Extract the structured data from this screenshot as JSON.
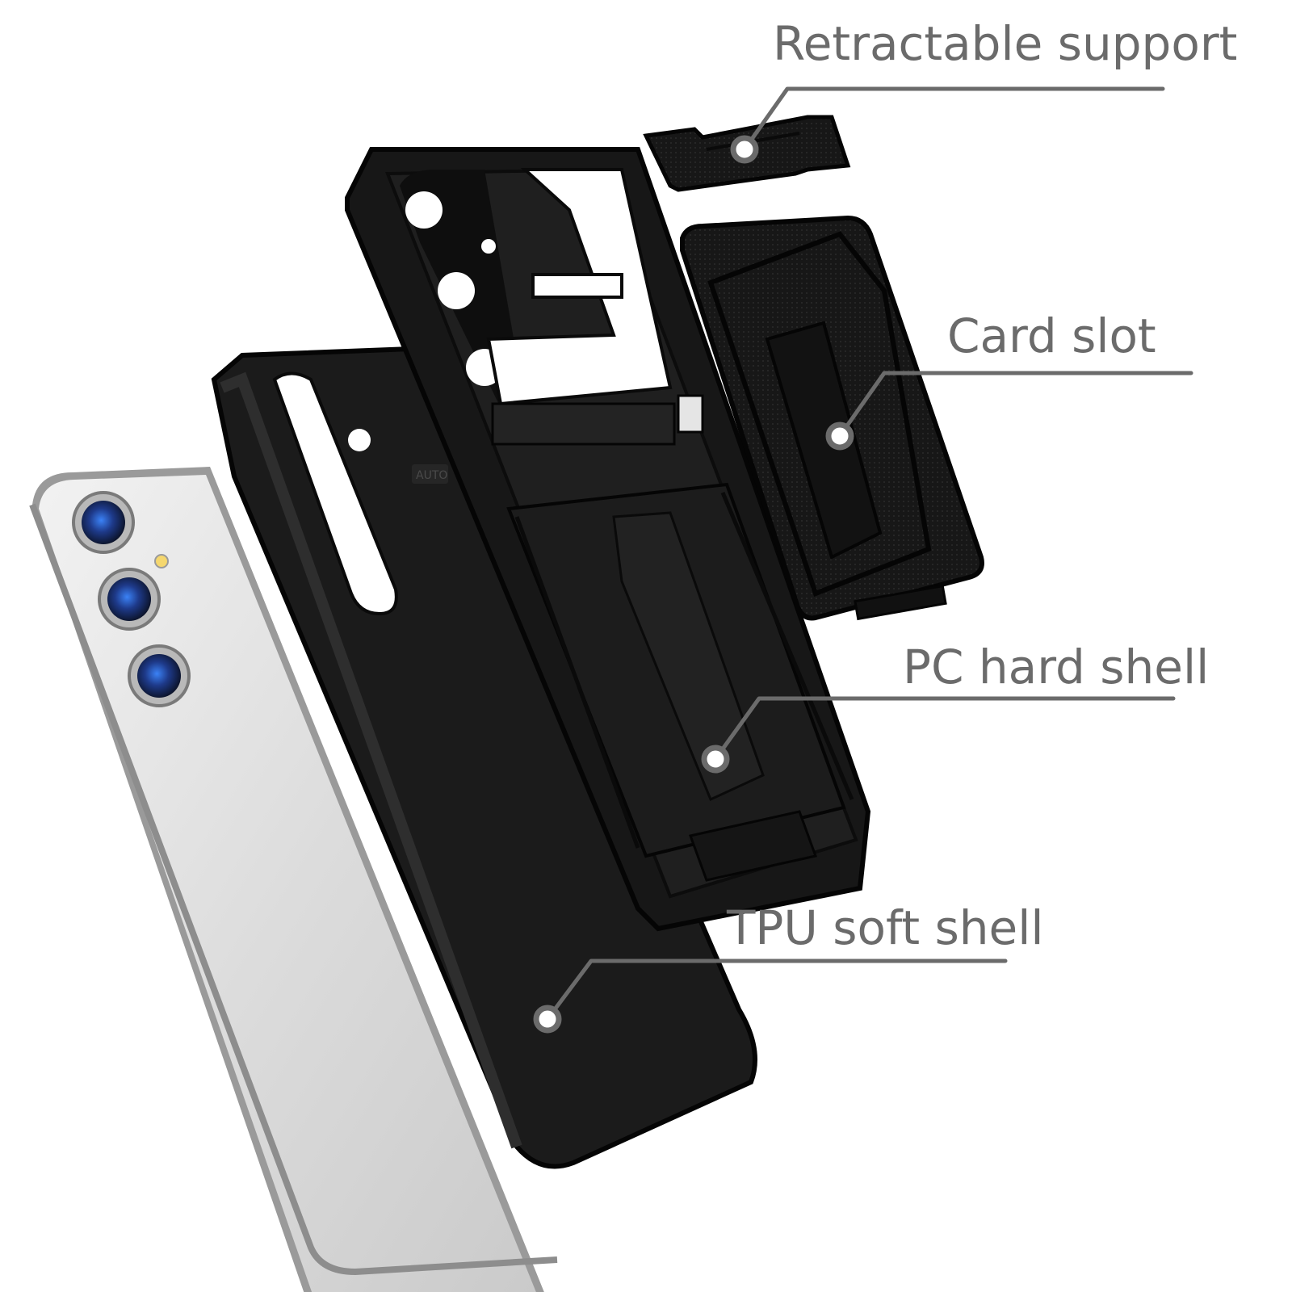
{
  "colors": {
    "background": "#ffffff",
    "case_black": "#1a1a1a",
    "case_edge": "#0b0b0b",
    "phone_silver": "#d9d9d9",
    "callout_gray": "#6b6b6b",
    "lens_blue": "#1e3a8a"
  },
  "callouts": [
    {
      "id": "retractable-support",
      "label": "Retractable support"
    },
    {
      "id": "card-slot",
      "label": "Card slot"
    },
    {
      "id": "pc-hard-shell",
      "label": "PC hard shell"
    },
    {
      "id": "tpu-soft-shell",
      "label": "TPU soft shell"
    }
  ],
  "parts": {
    "phone": "silver-phone-back",
    "tpu_shell": "black-tpu-soft-shell",
    "pc_shell": "black-pc-hard-shell-with-kickstand",
    "card_slot": "black-card-holder",
    "support": "black-retractable-support"
  },
  "engraving": "AUTO"
}
